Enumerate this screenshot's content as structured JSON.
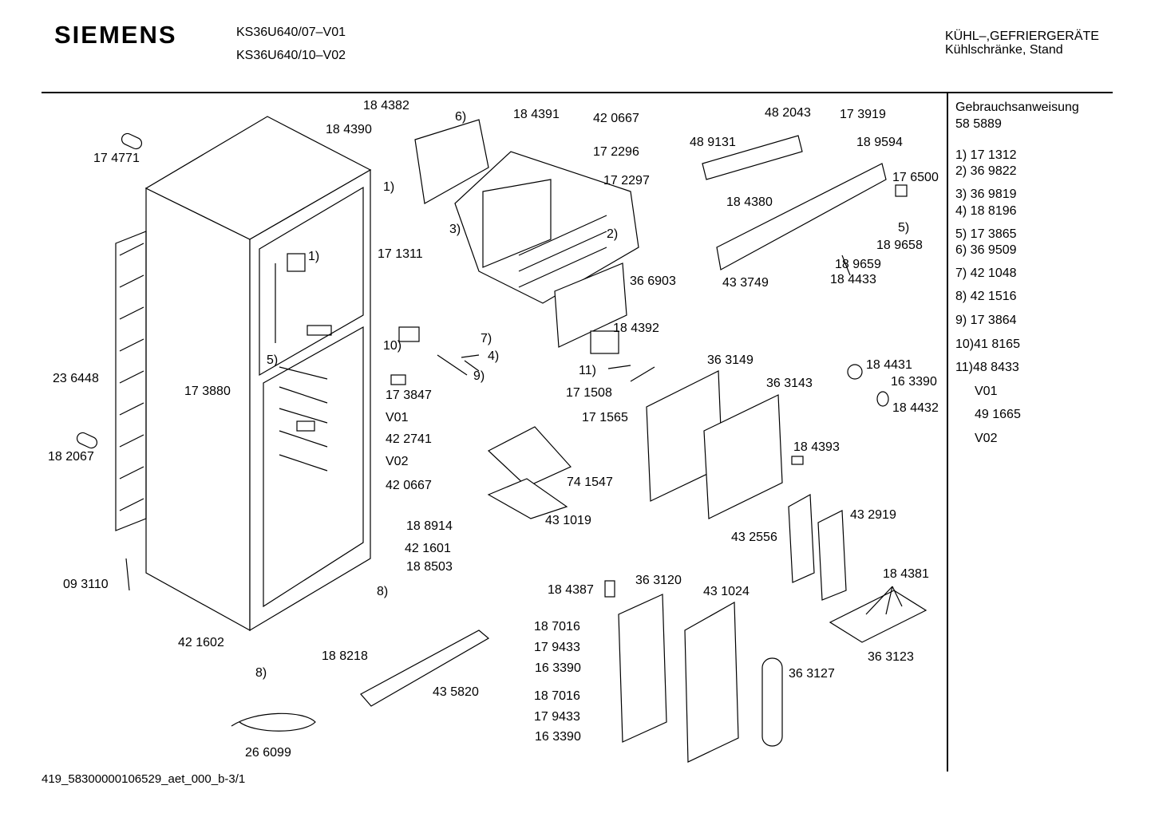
{
  "header": {
    "brand": "SIEMENS",
    "model_line_1": "KS36U640/07–V01",
    "model_line_2": "KS36U640/10–V02",
    "category_line_1": "KÜHL–,GEFRIERGERÄTE",
    "category_line_2": "Kühlschränke, Stand"
  },
  "sidebar": {
    "title": "Gebrauchsanweisung",
    "number": "58 5889",
    "items": [
      "1) 17 1312",
      "2) 36 9822",
      "3) 36 9819",
      "4) 18 8196",
      "5) 17 3865",
      "6) 36 9509",
      "7) 42 1048",
      "8) 42 1516",
      "9) 17 3864",
      "10)41 8165",
      "11)48 8433",
      "V01",
      "49 1665",
      "V02"
    ]
  },
  "labels": {
    "p174771": "17 4771",
    "p236448": "23 6448",
    "p182067": "18 2067",
    "p093110": "09 3110",
    "p421602": "42 1602",
    "c8a": "8)",
    "p266099": "26 6099",
    "p184382": "18 4382",
    "p184390": "18 4390",
    "c6": "6)",
    "c1a": "1)",
    "p171311": "17 1311",
    "c1b": "1)",
    "p173880": "17 3880",
    "c5a": "5)",
    "c10": "10)",
    "c7": "7)",
    "c4": "4)",
    "c9": "9)",
    "p173847": "17 3847",
    "v01": "V01",
    "p422741": "42 2741",
    "v02": "V02",
    "p420667b": "42 0667",
    "p188914": "18 8914",
    "p421601": "42 1601",
    "p188503": "18 8503",
    "c8b": "8)",
    "p188218": "18 8218",
    "p435820": "43 5820",
    "p184391": "18 4391",
    "p420667a": "42 0667",
    "p172296": "17 2296",
    "p172297": "17 2297",
    "c3": "3)",
    "c2": "2)",
    "p366903": "36 6903",
    "p184392": "18 4392",
    "c11": "11)",
    "p171508": "17 1508",
    "p171565": "17 1565",
    "p363149": "36 3149",
    "p741547": "74 1547",
    "p431019": "43 1019",
    "p482043": "48 2043",
    "p173919": "17 3919",
    "p489131": "48 9131",
    "p189594": "18 9594",
    "p176500": "17 6500",
    "p184380": "18 4380",
    "c5b": "5)",
    "p189658": "18 9658",
    "p189659": "18 9659",
    "p184433": "18 4433",
    "p433749": "43 3749",
    "p363143": "36 3143",
    "p184431": "18 4431",
    "p163390a": "16 3390",
    "p184432": "18 4432",
    "p184393": "18 4393",
    "p432919": "43 2919",
    "p432556": "43 2556",
    "p184381": "18 4381",
    "p363123": "36 3123",
    "p184387": "18 4387",
    "p363120": "36 3120",
    "p431024": "43 1024",
    "p187016a": "18 7016",
    "p179433a": "17 9433",
    "p163390b": "16 3390",
    "p187016b": "18 7016",
    "p179433b": "17 9433",
    "p163390c": "16 3390",
    "p363127": "36 3127"
  },
  "footer": {
    "code": "419_58300000106529_aet_000_b-3/1"
  }
}
